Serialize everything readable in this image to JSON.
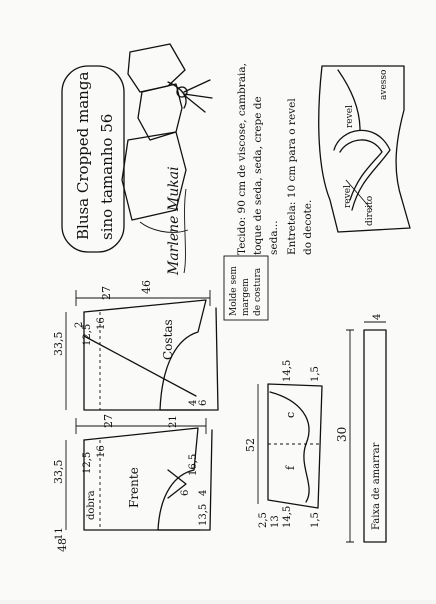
{
  "title": {
    "line1": "Blusa Cropped manga",
    "line2": "sino tamanho 56"
  },
  "signature": "Marlene Mukai",
  "fabric_notes": {
    "line1": "Tecido: 90 cm de viscose, cambraia,",
    "line2": "toque de seda, seda, crepe de",
    "line3": "seda...",
    "line4": "Entretela: 10 cm para o revel",
    "line5": "do decote."
  },
  "facing_labels": {
    "revel_front": "revel",
    "avesso": "avesso",
    "revel_back": "revel",
    "direito": "direito"
  },
  "no_seam_note": {
    "line1": "Molde sem",
    "line2": "margem",
    "line3": "de costura"
  },
  "back_piece": {
    "label": "Costas",
    "width": "46",
    "m27": "27",
    "m33_5": "33,5",
    "m12_5": "12,5",
    "m16": "16",
    "m2": "2",
    "m4": "4",
    "m6": "6"
  },
  "front_piece": {
    "label": "Frente",
    "fold": "dobra",
    "width": "48",
    "m27": "27",
    "m33_5": "33,5",
    "m12_5": "12,5",
    "m16": "16",
    "m21": "21",
    "m16_5": "16,5",
    "m13_5": "13,5",
    "m11": "11",
    "m6": "6",
    "m4": "4"
  },
  "sleeve": {
    "m52": "52",
    "m14_5a": "14,5",
    "m14_5b": "14,5",
    "m1_5": "1,5",
    "m2_5": "2,5",
    "m13": "13",
    "m1_5b": "1,5",
    "c": "c",
    "f": "f"
  },
  "tie_strip": {
    "length": "30",
    "width": "4",
    "label": "Faixa de amarrar"
  }
}
